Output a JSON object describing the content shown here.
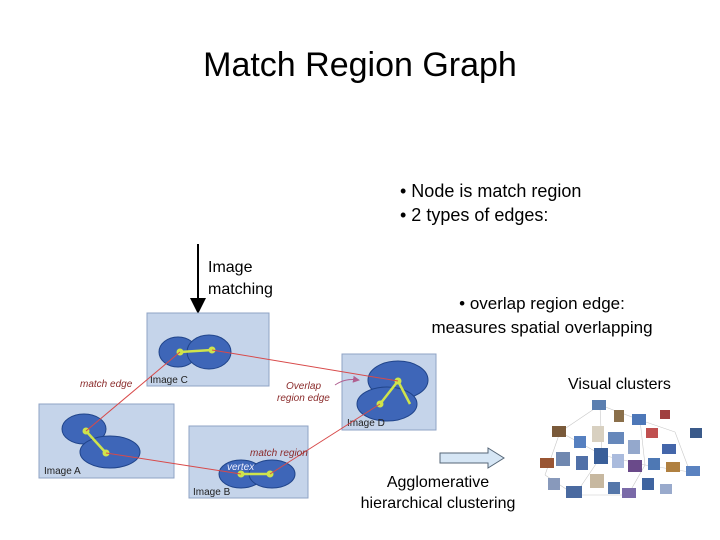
{
  "title": "Match Region Graph",
  "bullets": [
    "• Node is match region",
    "• 2 types of edges:"
  ],
  "image_matching": [
    "Image",
    "matching"
  ],
  "overlap_edge": [
    "• overlap region edge:",
    "measures spatial overlapping"
  ],
  "visual_clusters": "Visual clusters",
  "agglomerative": [
    "Agglomerative",
    "hierarchical clustering"
  ],
  "diagram": {
    "image_labels": [
      "Image A",
      "Image B",
      "Image C",
      "Image D"
    ],
    "match_edge": "match edge",
    "overlap_region_edge": [
      "Overlap",
      "region edge"
    ],
    "match_region": "match region",
    "vertex": "vertex"
  },
  "colors": {
    "panel": "#c5d4ea",
    "ellipse": "#3e66b8",
    "edge_red": "#d84a4a",
    "node_green": "#cfe44b",
    "arrow_fill": "#d6e6f5"
  }
}
